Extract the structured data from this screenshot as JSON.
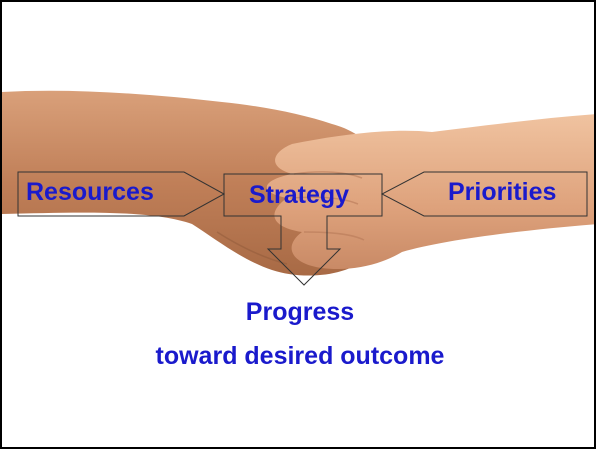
{
  "colors": {
    "label_text": "#1a1acc",
    "frame_border": "#000000",
    "shape_outline": "#333333",
    "skin_left": "#c78a63",
    "skin_right": "#e2ad87"
  },
  "inputs": {
    "left_label": "Resources",
    "center_label": "Strategy",
    "right_label": "Priorities"
  },
  "output": {
    "line1": "Progress",
    "line2": "toward desired outcome"
  },
  "image_description": "handshake photo"
}
